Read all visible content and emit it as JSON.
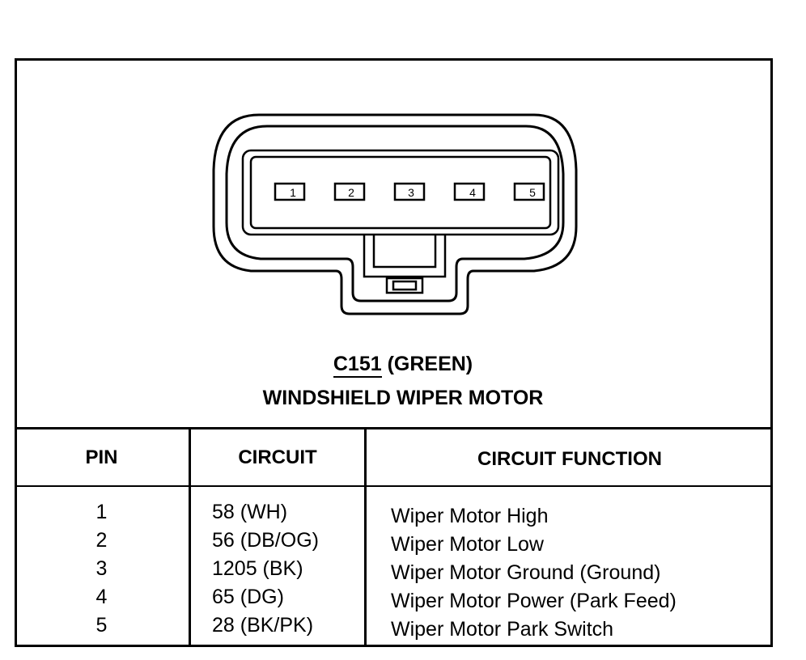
{
  "connector": {
    "id": "C151",
    "color_text": "(GREEN)",
    "name": "WINDSHIELD WIPER MOTOR",
    "pins_shown": [
      "1",
      "2",
      "3",
      "4",
      "5"
    ]
  },
  "table": {
    "headers": [
      "PIN",
      "CIRCUIT",
      "CIRCUIT FUNCTION"
    ],
    "rows": [
      {
        "pin": "1",
        "circuit": "58 (WH)",
        "function": "Wiper Motor High"
      },
      {
        "pin": "2",
        "circuit": "56 (DB/OG)",
        "function": "Wiper Motor Low"
      },
      {
        "pin": "3",
        "circuit": "1205 (BK)",
        "function": "Wiper Motor Ground (Ground)"
      },
      {
        "pin": "4",
        "circuit": "65 (DG)",
        "function": "Wiper Motor Power (Park Feed)"
      },
      {
        "pin": "5",
        "circuit": "28 (BK/PK)",
        "function": "Wiper Motor Park Switch"
      }
    ]
  }
}
